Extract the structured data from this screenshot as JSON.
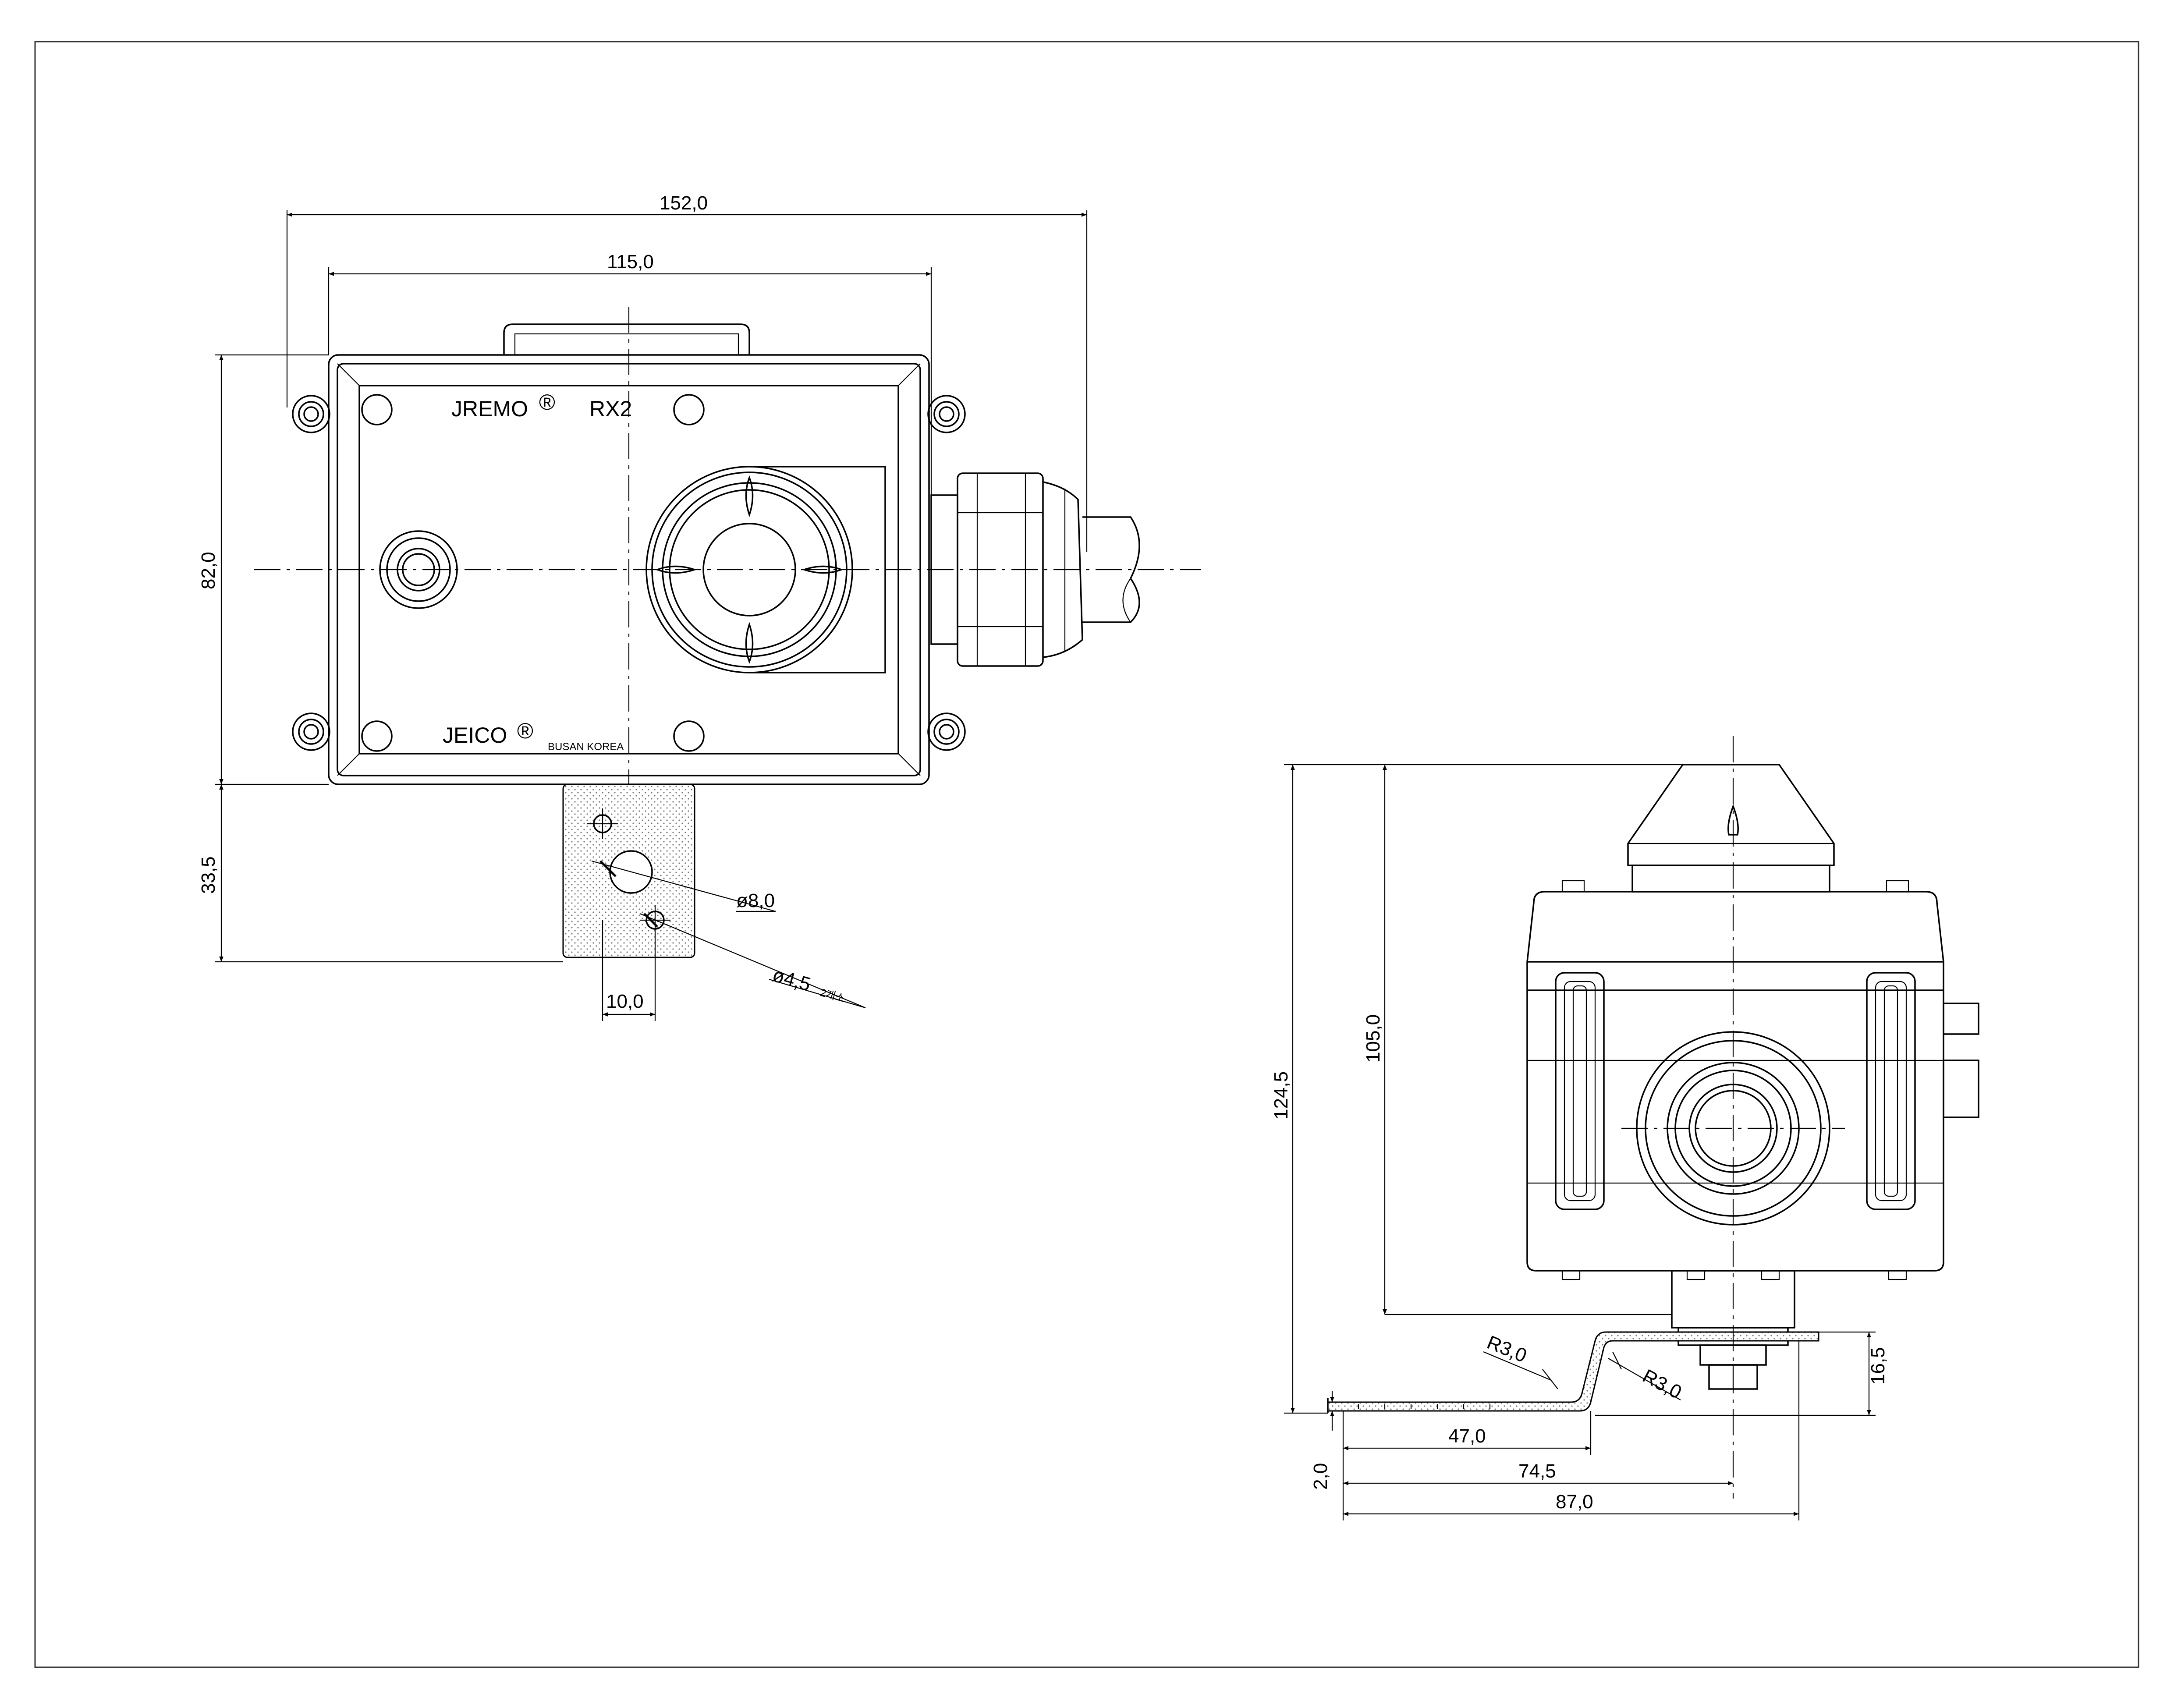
{
  "front_view": {
    "label_model": "JREMO",
    "label_model_suffix": "RX2",
    "label_brand": "JEICO",
    "label_origin": "BUSAN KOREA",
    "registered_mark": "®",
    "dimensions": {
      "overall_width": "152,0",
      "body_width": "115,0",
      "height": "82,0",
      "bracket_length": "33,5",
      "hole_large": "ø8,0",
      "hole_small": "ø4,5",
      "hole_small_qty": "2개소",
      "hole_pitch": "10,0"
    }
  },
  "side_view": {
    "dimensions": {
      "total_height": "124,5",
      "body_height": "105,0",
      "bracket_offset": "16,5",
      "bend_radius_1": "R3,0",
      "bend_radius_2": "R3,0",
      "thickness": "2,0",
      "length_1": "47,0",
      "length_2": "74,5",
      "length_3": "87,0"
    }
  },
  "icons": {
    "registered": "registered-mark-icon",
    "arrow": "arrowhead-icon"
  }
}
